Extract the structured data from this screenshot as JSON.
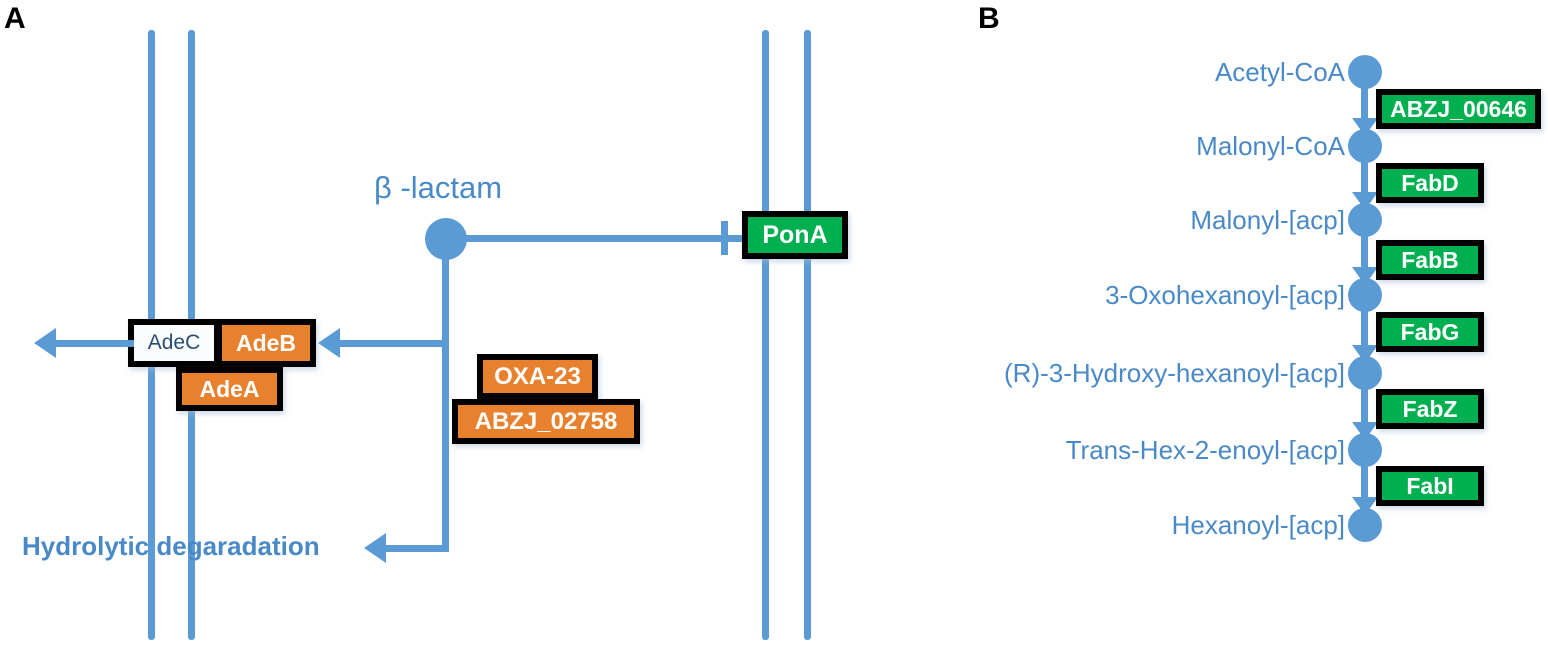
{
  "figure": {
    "panels": [
      {
        "letter": "A"
      },
      {
        "letter": "B"
      }
    ]
  },
  "panel_a": {
    "letter": "A",
    "substrate_label": "β -lactam",
    "outcome_label": "Hydrolytic degaradation",
    "efflux_pump": {
      "outer_channel_label": "AdeC",
      "transporter_label": "AdeB",
      "adaptor_label": "AdeA"
    },
    "beta_lactamases": [
      {
        "label": "OXA-23"
      },
      {
        "label": "ABZJ_02758"
      }
    ],
    "pbp": {
      "label": "PonA",
      "interaction": "inhibition"
    },
    "colors": {
      "membrane_blue": "#5B9BD5",
      "label_blue": "#4A89C8",
      "orange": "#E8812E",
      "green": "#00B050",
      "white_box": "#FBFCFE",
      "box_border": "#000000"
    }
  },
  "panel_b": {
    "letter": "B",
    "pathway_title": "",
    "metabolites": [
      {
        "label": "Acetyl-CoA"
      },
      {
        "label": "Malonyl-CoA"
      },
      {
        "label": "Malonyl-[acp]"
      },
      {
        "label": "3-Oxohexanoyl-[acp]"
      },
      {
        "label": "(R)-3-Hydroxy-hexanoyl-[acp]"
      },
      {
        "label": "Trans-Hex-2-enoyl-[acp]"
      },
      {
        "label": "Hexanoyl-[acp]"
      }
    ],
    "enzymes": [
      {
        "label": "ABZJ_00646"
      },
      {
        "label": "FabD"
      },
      {
        "label": "FabB"
      },
      {
        "label": "FabG"
      },
      {
        "label": "FabZ"
      },
      {
        "label": "FabI"
      }
    ],
    "colors": {
      "enzyme_green": "#00B050",
      "node_blue": "#5B9BD5",
      "label_blue": "#4A89C8"
    }
  }
}
